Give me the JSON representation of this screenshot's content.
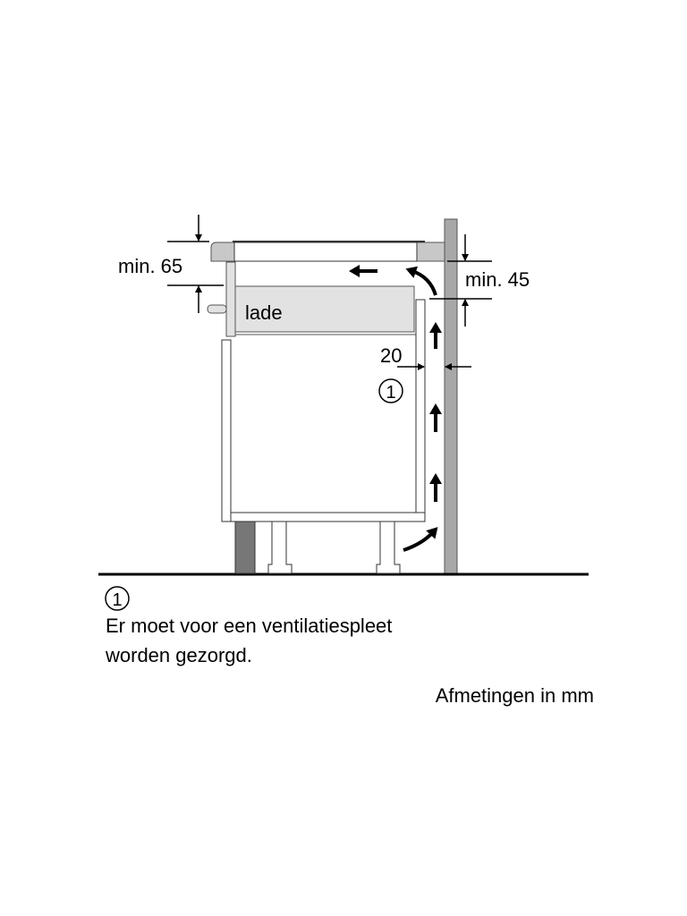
{
  "diagram": {
    "labels": {
      "min_top": "min. 65",
      "min_side": "min. 45",
      "drawer": "lade",
      "gap": "20",
      "marker": "1"
    }
  },
  "legend": {
    "marker": "1",
    "line1": "Er moet voor een ventilatiespleet",
    "line2": "worden gezorgd."
  },
  "units_note": "Afmetingen in mm",
  "colors": {
    "wall": "#a8a8a8",
    "worktop": "#c8c8c8",
    "drawer": "#e2e2e2",
    "plinth": "#777777"
  }
}
